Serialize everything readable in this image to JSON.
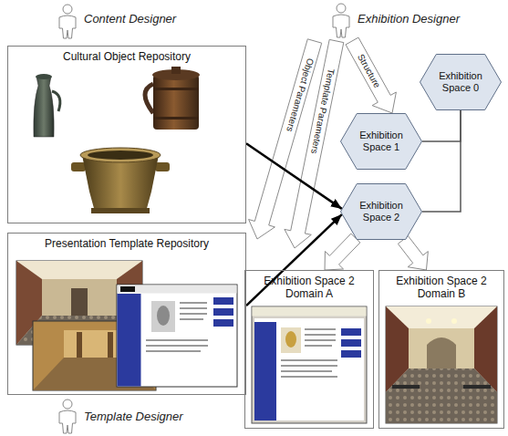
{
  "diagram": {
    "nodes": [
      {
        "text": [
          "Cultural Object Repository"
        ]
      },
      {
        "text": [
          "Presentation Template Repository"
        ]
      },
      {
        "text": [
          "Exhibition Space 0"
        ]
      },
      {
        "text": [
          "Exhibition Space 1"
        ]
      },
      {
        "text": [
          "Exhibition Space 2"
        ]
      },
      {
        "text": [
          "Exhibition Space 2 Domain A"
        ]
      },
      {
        "text": [
          "Exhibition Space 2 Domain B"
        ]
      }
    ],
    "edges": [
      {
        "from": 0,
        "to": 4,
        "arrow": "to"
      },
      {
        "from": 1,
        "to": 4,
        "arrow": "to"
      },
      {
        "from": 2,
        "to": 3,
        "arrow": "none"
      },
      {
        "from": 2,
        "to": 4,
        "arrow": "none"
      },
      {
        "from": 4,
        "to": 5,
        "arrow": "to"
      },
      {
        "from": 4,
        "to": 6,
        "arrow": "to"
      }
    ],
    "labels": [
      "Content Designer",
      "Exhibition Designer",
      "Object Parameters",
      "Template Parameters",
      "Structure",
      "Template Designer"
    ]
  }
}
